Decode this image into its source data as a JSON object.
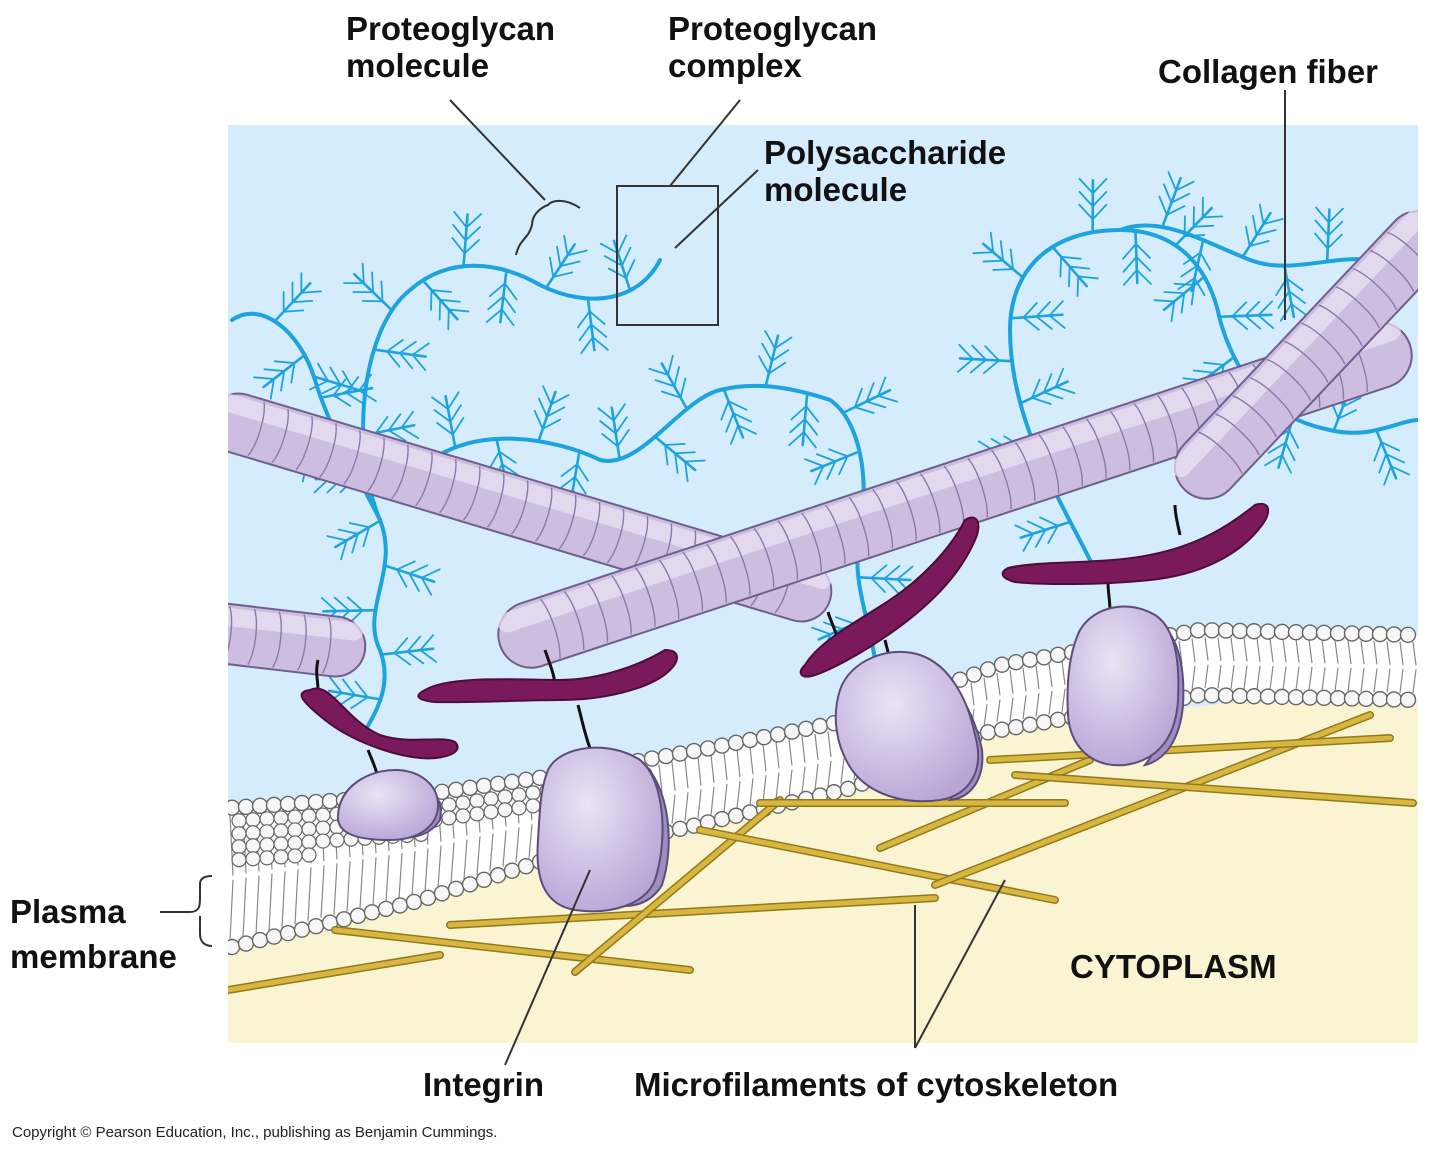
{
  "labels": {
    "proteoglycan_molecule": [
      "Proteoglycan",
      "molecule"
    ],
    "proteoglycan_complex": [
      "Proteoglycan",
      "complex"
    ],
    "polysaccharide_molecule": [
      "Polysaccharide",
      "molecule"
    ],
    "collagen_fiber": "Collagen fiber",
    "plasma_membrane": [
      "Plasma",
      "membrane"
    ],
    "cytoplasm": "CYTOPLASM",
    "integrin": "Integrin",
    "microfilaments": "Microfilaments of cytoskeleton"
  },
  "copyright": "Copyright © Pearson Education, Inc., publishing as Benjamin Cummings.",
  "colors": {
    "extracellular": "#d4ecfb",
    "cytoplasm": "#fbf4d2",
    "proteoglycan": "#1ca3e0",
    "collagen": "#cdbde0",
    "fibronectin": "#7a1a5c",
    "integrin": "#cabbe0",
    "microfilament": "#d9b73e"
  }
}
